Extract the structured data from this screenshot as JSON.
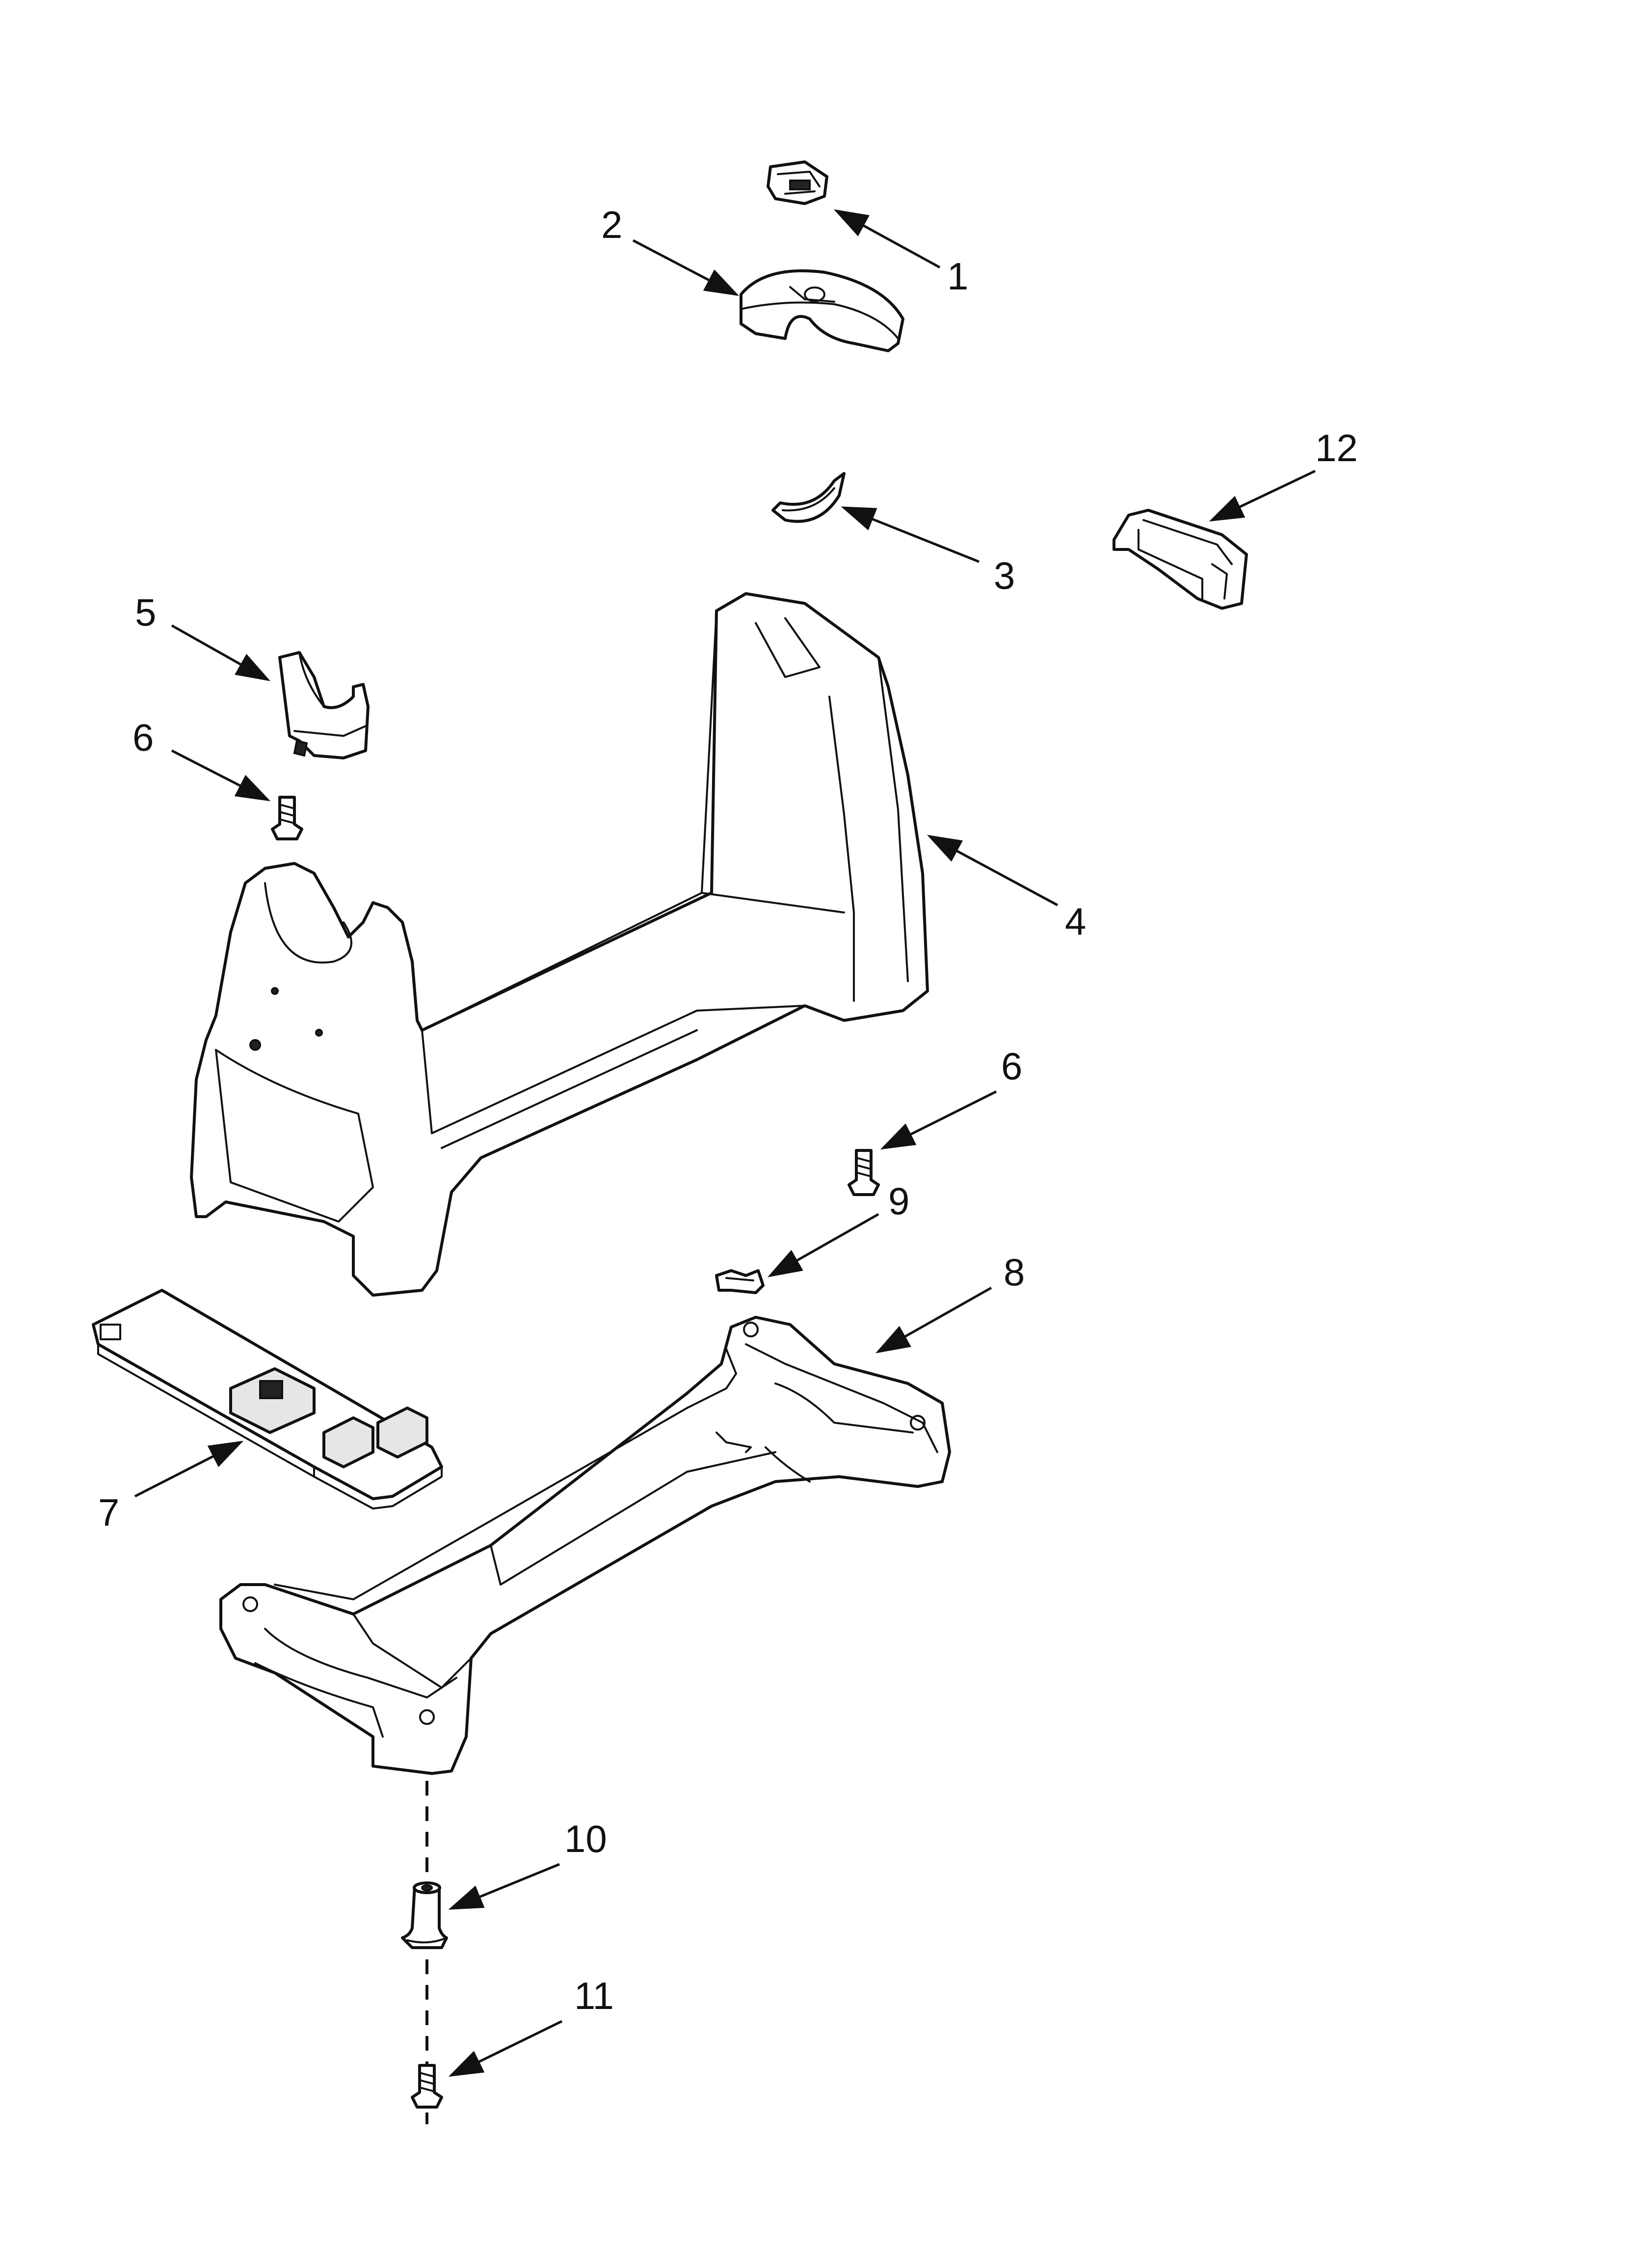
{
  "diagram": {
    "callouts": [
      {
        "id": "c1",
        "label": "1"
      },
      {
        "id": "c2",
        "label": "2"
      },
      {
        "id": "c3",
        "label": "3"
      },
      {
        "id": "c4",
        "label": "4"
      },
      {
        "id": "c5",
        "label": "5"
      },
      {
        "id": "c6a",
        "label": "6"
      },
      {
        "id": "c6b",
        "label": "6"
      },
      {
        "id": "c7",
        "label": "7"
      },
      {
        "id": "c8",
        "label": "8"
      },
      {
        "id": "c9",
        "label": "9"
      },
      {
        "id": "c10",
        "label": "10"
      },
      {
        "id": "c11",
        "label": "11"
      },
      {
        "id": "c12",
        "label": "12"
      }
    ]
  }
}
